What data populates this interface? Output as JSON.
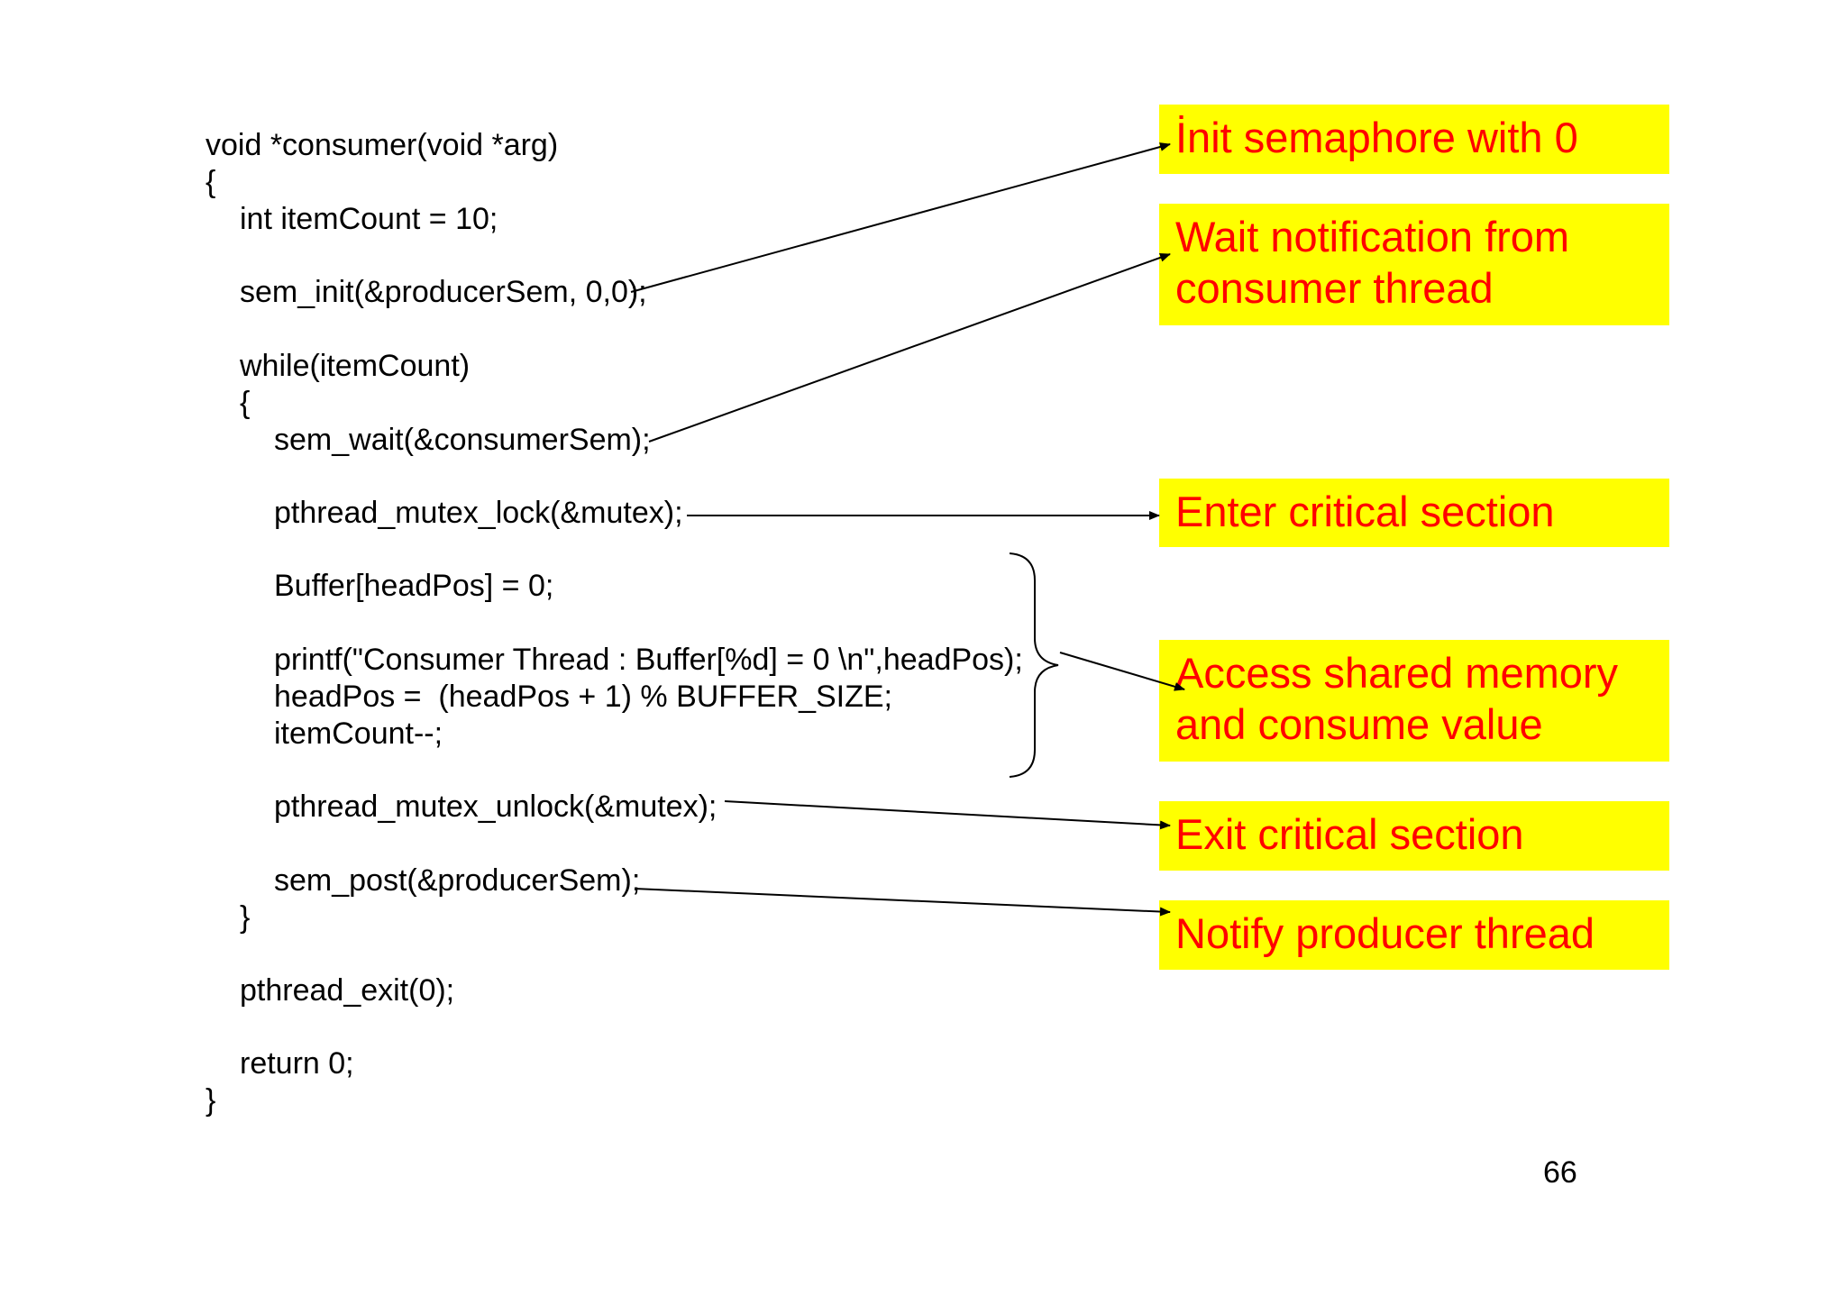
{
  "code": {
    "lines": [
      "void *consumer(void *arg)",
      "{",
      "int itemCount = 10;",
      "sem_init(&producerSem, 0,0);",
      "while(itemCount)",
      "{",
      "sem_wait(&consumerSem);",
      "pthread_mutex_lock(&mutex);",
      "Buffer[headPos] = 0;",
      "printf(\"Consumer Thread : Buffer[%d] = 0 \\n\",headPos);",
      "headPos =  (headPos + 1) % BUFFER_SIZE;",
      "itemCount--;",
      "pthread_mutex_unlock(&mutex);",
      "sem_post(&producerSem);",
      "}",
      "pthread_exit(0);",
      "return 0;",
      "}"
    ]
  },
  "callouts": {
    "init": [
      "İnit semaphore with 0"
    ],
    "wait": [
      "Wait notification from",
      "consumer thread"
    ],
    "enter": [
      "Enter critical section"
    ],
    "access": [
      "Access shared memory",
      "and consume value"
    ],
    "exit": [
      "Exit critical section"
    ],
    "notify": [
      "Notify producer thread"
    ]
  },
  "page_number": "66",
  "colors": {
    "callout_background": "#ffff00",
    "callout_text": "#ff0000",
    "code_text": "#000000",
    "arrow": "#000000"
  }
}
